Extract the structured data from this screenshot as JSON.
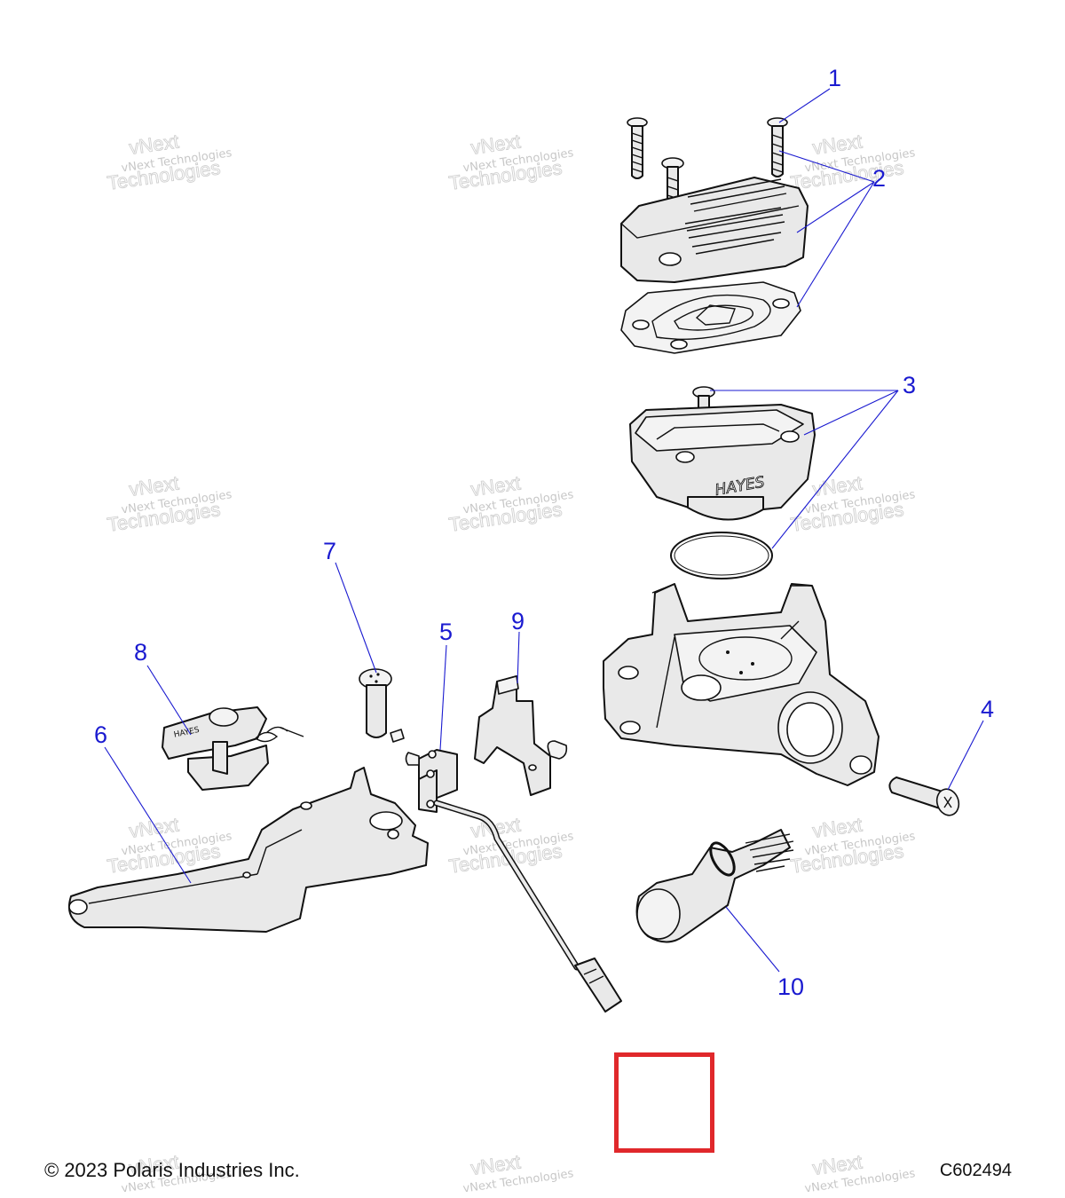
{
  "footer": {
    "copyright": "© 2023 Polaris Industries Inc.",
    "diagram_code": "C602494"
  },
  "watermark": {
    "line1": "vNext Technologies",
    "line2": "Technologies",
    "line3": "vNext"
  },
  "embossed_brand": "HAYES",
  "callouts": [
    "1",
    "2",
    "3",
    "4",
    "5",
    "6",
    "7",
    "8",
    "9",
    "10"
  ],
  "colors": {
    "callout": "#1a1ad0",
    "highlight_square": "#e0282b",
    "part_fill": "#e9e9e9"
  }
}
